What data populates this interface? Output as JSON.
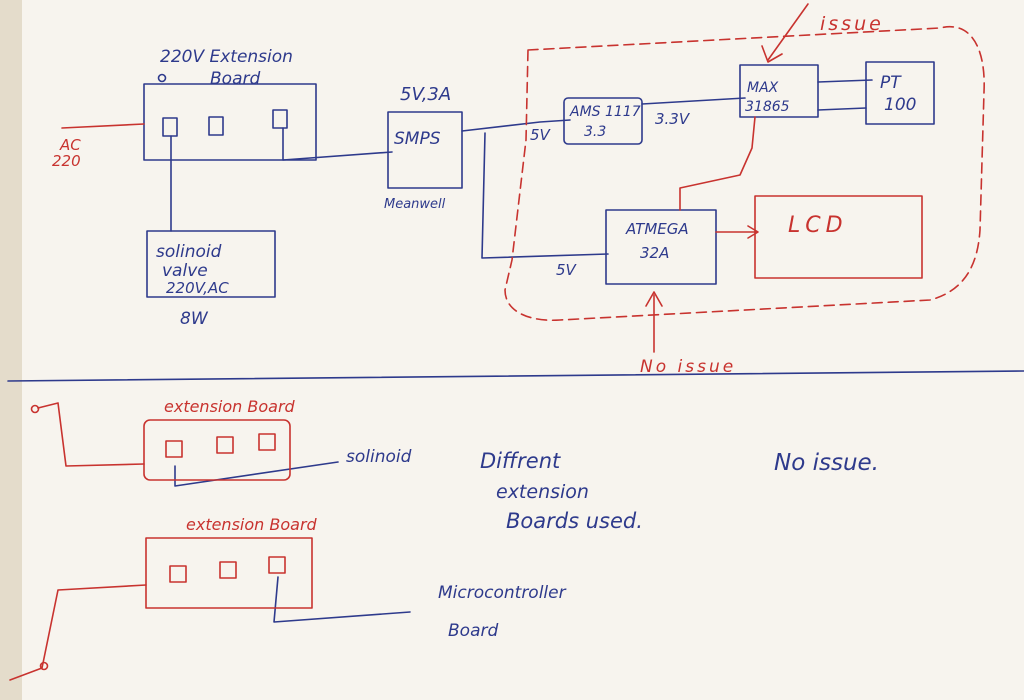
{
  "colors": {
    "paper": "#f7f4ee",
    "blue_ink": "#2e3a8c",
    "red_ink": "#c8332f"
  },
  "top": {
    "ext_board_title": "220V Extension",
    "ext_board_title2": "Board",
    "ac_label": "AC",
    "ac_value": "220",
    "solenoid_line1": "solinoid",
    "solenoid_line2": "valve",
    "solenoid_line3": "220V,AC",
    "solenoid_power": "8W",
    "smps_rating": "5V,3A",
    "smps_label": "SMPS",
    "smps_brand": "Meanwell",
    "ams_line1": "AMS 1117",
    "ams_line2": "3.3",
    "v5_ams": "5V",
    "v33": "3.3V",
    "max_line1": "MAX",
    "max_line2": "31865",
    "pt_line1": "PT",
    "pt_line2": "100",
    "atmega_line1": "ATMEGA",
    "atmega_line2": "32A",
    "v5_atmega": "5V",
    "lcd": "LCD",
    "issue": "issue",
    "no_issue": "No issue"
  },
  "bottom": {
    "ext_board1": "extension Board",
    "solenoid": "solinoid",
    "ext_board2": "extension Board",
    "micro_line1": "Microcontroller",
    "micro_line2": "Board",
    "note_line1": "Diffrent",
    "note_line2": "extension",
    "note_line3": "Boards used.",
    "note_no_issue": "No issue."
  }
}
